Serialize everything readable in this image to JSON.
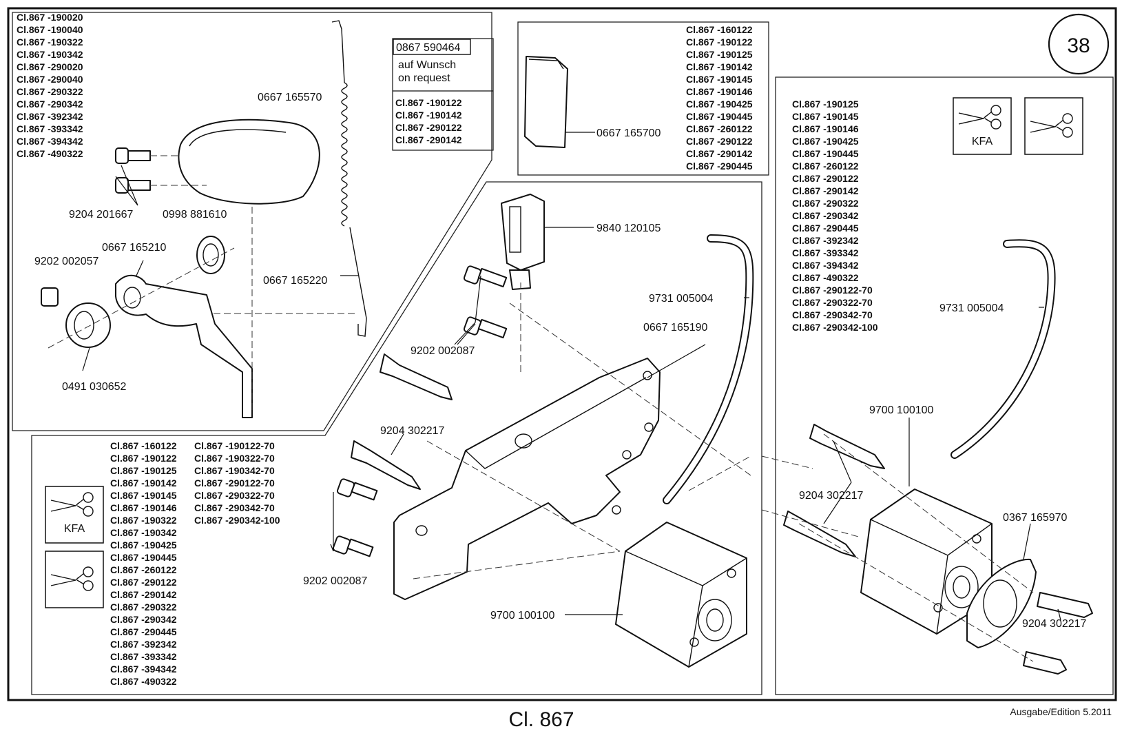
{
  "page_number": "38",
  "footer": {
    "title": "Cl. 867",
    "edition": "Ausgabe/Edition  5.2011"
  },
  "request_box": {
    "part": "0867 590464",
    "line1": "auf Wunsch",
    "line2": "on request"
  },
  "kfa_label": "KFA",
  "icons": [
    "scissors-kfa-icon",
    "scissors-icon"
  ],
  "model_lists": {
    "top_left": [
      "Cl.867 -190020",
      "Cl.867 -190040",
      "Cl.867 -190322",
      "Cl.867 -190342",
      "Cl.867 -290020",
      "Cl.867 -290040",
      "Cl.867 -290322",
      "Cl.867 -290342",
      "Cl.867 -392342",
      "Cl.867 -393342",
      "Cl.867 -394342",
      "Cl.867 -490322"
    ],
    "request_models": [
      "Cl.867 -190122",
      "Cl.867 -190142",
      "Cl.867 -290122",
      "Cl.867 -290142"
    ],
    "top_center": [
      "Cl.867 -160122",
      "Cl.867 -190122",
      "Cl.867 -190125",
      "Cl.867 -190142",
      "Cl.867 -190145",
      "Cl.867 -190146",
      "Cl.867 -190425",
      "Cl.867 -190445",
      "Cl.867 -260122",
      "Cl.867 -290122",
      "Cl.867 -290142",
      "Cl.867 -290445"
    ],
    "right": [
      "Cl.867 -190125",
      "Cl.867 -190145",
      "Cl.867 -190146",
      "Cl.867 -190425",
      "Cl.867 -190445",
      "Cl.867 -260122",
      "Cl.867 -290122",
      "Cl.867 -290142",
      "Cl.867 -290322",
      "Cl.867 -290342",
      "Cl.867 -290445",
      "Cl.867 -392342",
      "Cl.867 -393342",
      "Cl.867 -394342",
      "Cl.867 -490322",
      "Cl.867 -290122-70",
      "Cl.867 -290322-70",
      "Cl.867 -290342-70",
      "Cl.867 -290342-100"
    ],
    "bottom_left_col1": [
      "Cl.867 -160122",
      "Cl.867 -190122",
      "Cl.867 -190125",
      "Cl.867 -190142",
      "Cl.867 -190145",
      "Cl.867 -190146",
      "Cl.867 -190322",
      "Cl.867 -190342",
      "Cl.867 -190425",
      "Cl.867 -190445",
      "Cl.867 -260122",
      "Cl.867 -290122",
      "Cl.867 -290142",
      "Cl.867 -290322",
      "Cl.867 -290342",
      "Cl.867 -290445",
      "Cl.867 -392342",
      "Cl.867 -393342",
      "Cl.867 -394342",
      "Cl.867 -490322"
    ],
    "bottom_left_col2": [
      "Cl.867 -190122-70",
      "Cl.867 -190322-70",
      "Cl.867 -190342-70",
      "Cl.867 -290122-70",
      "Cl.867 -290322-70",
      "Cl.867 -290342-70",
      "Cl.867 -290342-100"
    ]
  },
  "parts": {
    "spring": "0667 165570",
    "screw_pair": "9204 201667",
    "washer": "0998 881610",
    "lever": "0667 165210",
    "setscrew": "9202 002057",
    "spring_rod": "0667 165220",
    "collar": "0491 030652",
    "pad": "0667 165700",
    "plug": "9840 120105",
    "tube_center": "9731 005004",
    "bracket": "0667 165190",
    "screws_upper": "9202 002087",
    "wood_screw_center": "9204 302217",
    "screws_lower": "9202 002087",
    "magnet_center": "9700 100100",
    "tube_right": "9731 005004",
    "magnet_right": "9700 100100",
    "wood_screw_right": "9204 302217",
    "gasket": "0367 165970",
    "wood_screw_right2": "9204 302217"
  }
}
